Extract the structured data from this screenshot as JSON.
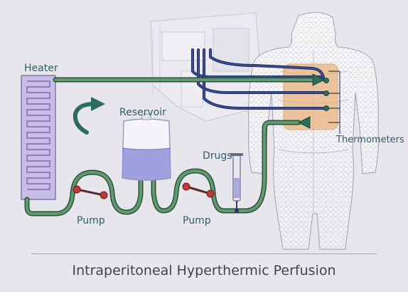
{
  "title": "Intraperitoneal Hyperthermic Perfusion",
  "labels": {
    "heater": "Heater",
    "reservoir": "Reservoir",
    "drugs": "Drugs",
    "pump_left": "Pump",
    "pump_right": "Pump",
    "thermometers": "Thermometers"
  },
  "colors": {
    "tube_green": "#4e8a62",
    "tube_outline": "#2f4f3a",
    "probe_blue": "#2e3f7e",
    "heater_fill": "#c7bde8",
    "reservoir_fluid": "#8f92d8",
    "abdomen_orange": "#f0b070",
    "arrow_green": "#2d6e5a",
    "label_color": "#2f5f66"
  }
}
